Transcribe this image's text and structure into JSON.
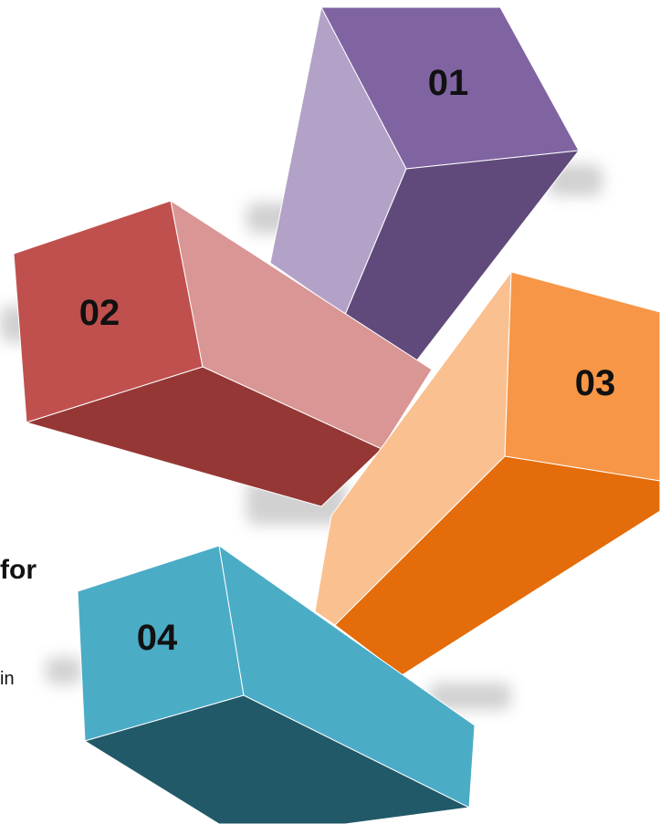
{
  "blocks": [
    {
      "label": "01",
      "colors": {
        "front": "#8064A2",
        "left": "#B3A2C7",
        "bottom": "#604A7B"
      }
    },
    {
      "label": "02",
      "colors": {
        "front": "#C0504D",
        "left": "#D99694",
        "bottom": "#953735"
      }
    },
    {
      "label": "03",
      "colors": {
        "front": "#F79646",
        "left": "#FAC090",
        "bottom": "#E46C0A"
      }
    },
    {
      "label": "04",
      "colors": {
        "front": "#4BACC6",
        "left": "#4BACC6",
        "bottom": "#215968"
      }
    }
  ],
  "stray_text": [
    "for",
    "in"
  ]
}
